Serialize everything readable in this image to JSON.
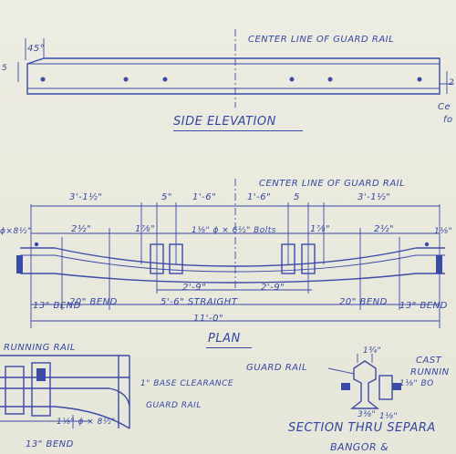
{
  "side_elevation": {
    "angle": "45°",
    "center_line_label": "CENTER LINE OF GUARD RAIL",
    "title": "SIDE ELEVATION",
    "right_dim": "2",
    "right_note_1": "Ce",
    "right_note_2": "fo",
    "left_dim": "5"
  },
  "plan": {
    "center_line_label": "CENTER LINE OF GUARD RAIL",
    "dim_left_total": "3'-1½\"",
    "dim_5_left": "5\"",
    "dim_16_left": "1'-6\"",
    "dim_16_right": "1'-6\"",
    "dim_5_right": "5",
    "dim_right_total": "3'-1½\"",
    "dim_left_edge": "ϕ×8½\"",
    "dim_2half_left": "2½\"",
    "dim_178_left": "1⅞\"",
    "bolts_label": "1⅛\" ϕ × 6½\" Bolts",
    "dim_178_right": "1⅞\"",
    "dim_2half_right": "2½\"",
    "dim_right_edge": "1⅛\"",
    "dim_29_left": "2'-9\"",
    "dim_29_right": "2'-9\"",
    "straight_label": "5'-6\" STRAIGHT",
    "bend_13_left": "13\" BEND",
    "bend_20_left": "20\" BEND",
    "bend_20_right": "20\" BEND",
    "bend_13_right": "13\" BEND",
    "overall": "11'-0\"",
    "title": "PLAN"
  },
  "detail_left": {
    "running_rail": "RUNNING RAIL",
    "base_clearance": "1\" BASE CLEARANCE",
    "guard_rail": "GUARD RAIL",
    "bolt_dim": "1⅛\" ϕ × 8½\"",
    "bend": "13\" BEND"
  },
  "section": {
    "guard_rail": "GUARD RAIL",
    "top_dim": "1¾\"",
    "cast": "CAST",
    "runnin": "RUNNIN",
    "dim_118": "1⅛\" BO",
    "dim_338": "3⅜\"",
    "dim_118b": "1⅛\"",
    "title": "SECTION THRU SEPARA",
    "bangor": "BANGOR &"
  }
}
